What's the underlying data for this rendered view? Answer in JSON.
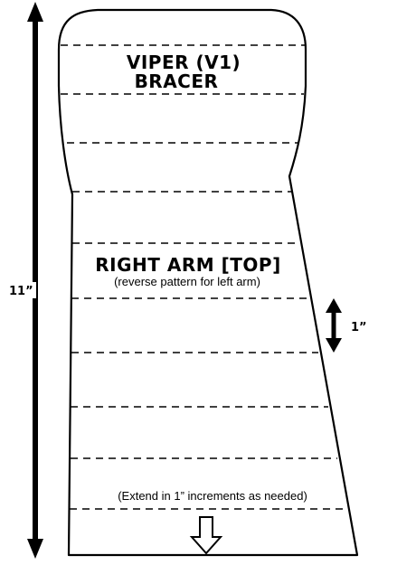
{
  "pattern": {
    "title_line1": "VIPER (V1)",
    "title_line2": "BRACER",
    "section_title": "RIGHT ARM [TOP]",
    "section_note": "(reverse pattern for left arm)",
    "extend_note": "(Extend in 1” increments as needed)"
  },
  "dimensions": {
    "total_length": "11”",
    "increment": "1”"
  },
  "icons": {
    "length_arrow": "double-headed-vertical-arrow-icon",
    "increment_arrow": "double-headed-vertical-arrow-icon",
    "extend_arrow": "hollow-down-arrow-icon"
  },
  "colors": {
    "ink": "#000000",
    "paper": "#ffffff"
  }
}
